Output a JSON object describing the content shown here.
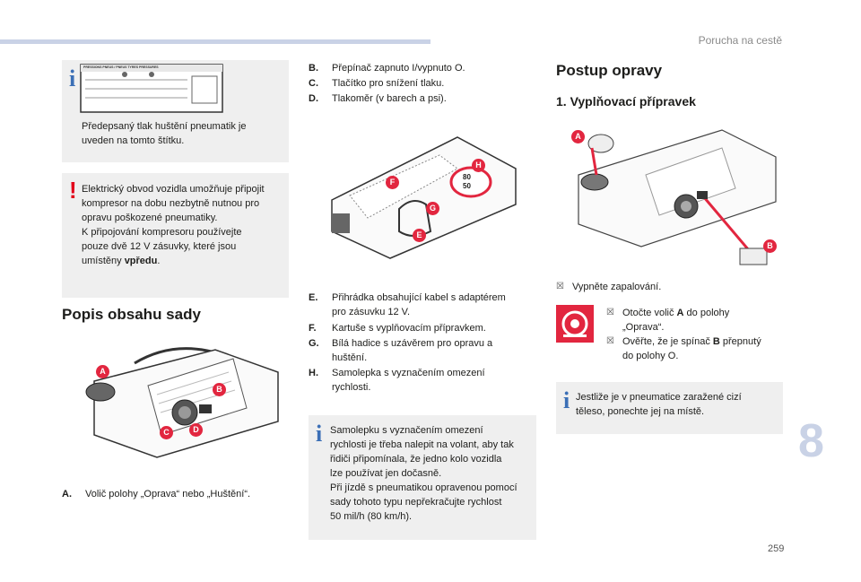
{
  "header": {
    "title": "Porucha na cestě",
    "page": "259",
    "chapter": "8"
  },
  "info_box_1": {
    "text": "Předepsaný tlak huštění pneumatik je uveden na tomto štítku."
  },
  "label": {
    "line1": "PRESSIONS PNEUS / PNEUS TYRES PRESSURES"
  },
  "warn_box": {
    "line1": "Elektrický obvod vozidla umožňuje připojit",
    "line2": "kompresor na dobu nezbytně nutnou pro",
    "line3": "opravu poškozené pneumatiky.",
    "line4": "K připojování kompresoru používejte",
    "line5": "pouze dvě 12 V zásuvky, které jsou",
    "line6_pre": "umístěny ",
    "line6_bold": "vpředu",
    "line6_post": "."
  },
  "section_contents": {
    "title": "Popis obsahu sady"
  },
  "items": {
    "a": {
      "key": "A.",
      "text": "Volič polohy „Oprava“ nebo „Huštění“."
    },
    "b": {
      "key": "B.",
      "text": "Přepínač zapnuto I/vypnuto O."
    },
    "c": {
      "key": "C.",
      "text": "Tlačítko pro snížení tlaku."
    },
    "d": {
      "key": "D.",
      "text": "Tlakoměr (v barech a psi)."
    },
    "e": {
      "key": "E.",
      "line1": "Přihrádka obsahující kabel s adaptérem",
      "line2": "pro zásuvku 12 V."
    },
    "f": {
      "key": "F.",
      "text": "Kartuše s vyplňovacím přípravkem."
    },
    "g": {
      "key": "G.",
      "line1": "Bílá hadice s uzávěrem pro opravu a",
      "line2": "huštění."
    },
    "h": {
      "key": "H.",
      "line1": "Samolepka s vyznačením omezení",
      "line2": "rychlosti."
    }
  },
  "info_box_2": {
    "line1": "Samolepku s vyznačením omezení",
    "line2": "rychlosti je třeba nalepit na volant, aby tak",
    "line3": "řidiči připomínala, že jedno kolo vozidla",
    "line4": "lze používat jen dočasně.",
    "line5": "Při jízdě s pneumatikou opravenou pomocí",
    "line6": "sady tohoto typu nepřekračujte rychlost",
    "line7": "50 mil/h (80 km/h)."
  },
  "procedure": {
    "title": "Postup opravy",
    "subtitle": "1. Vyplňovací přípravek"
  },
  "steps": {
    "s1": "Vypněte zapalování.",
    "s2_pre": "Otočte volič ",
    "s2_bold": "A",
    "s2_post": " do polohy",
    "s2_line2": "„Oprava“.",
    "s3_pre": "Ověřte, že je spínač ",
    "s3_bold": "B",
    "s3_post": " přepnutý",
    "s3_line2": "do polohy O."
  },
  "info_box_3": {
    "line1": "Jestliže je v pneumatice zaražené cizí",
    "line2": "těleso, ponechte jej na místě."
  },
  "badges": {
    "a": "A",
    "b": "B",
    "c": "C",
    "d": "D",
    "e": "E",
    "f": "F",
    "g": "G",
    "h": "H"
  },
  "speed_sticker": {
    "top": "80",
    "bottom": "50"
  },
  "bullet_glyph": "",
  "colors": {
    "accent_blue": "#3b6fb6",
    "warning_red": "#e2001a",
    "badge_red": "#e2263f",
    "box_grey": "#efefef",
    "chapter_blue": "#c9d2e6"
  }
}
